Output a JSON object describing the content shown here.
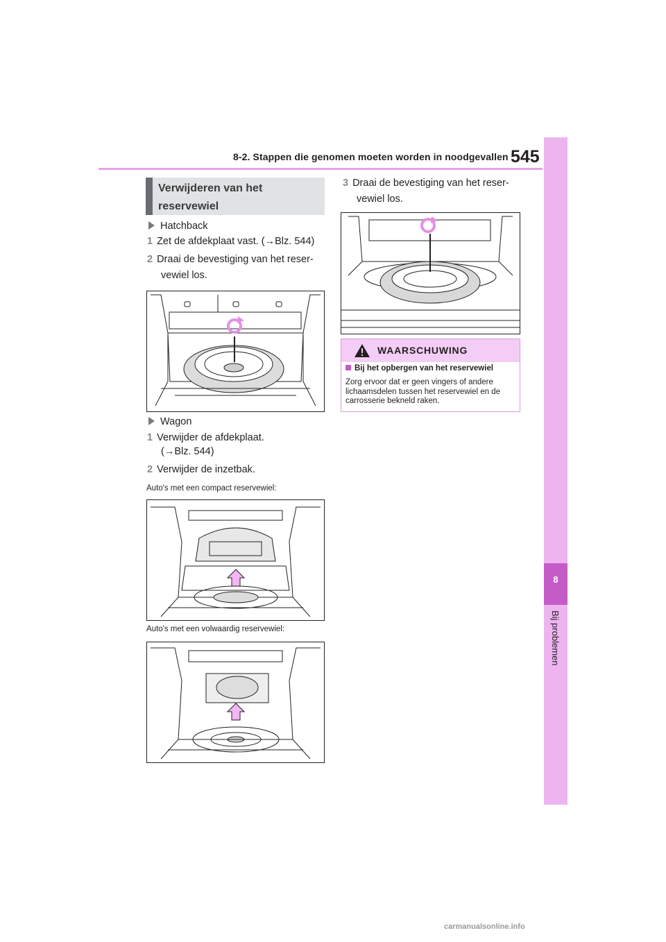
{
  "header": {
    "section": "8-2. Stappen die genomen moeten worden in noodgevallen",
    "page_number": "545"
  },
  "side_tab": {
    "chapter": "8",
    "label": "Bij problemen"
  },
  "heading": "Verwijderen van het reservewiel",
  "left": {
    "hatchback_label": "Hatchback",
    "hb_step1_num": "1",
    "hb_step1": "Zet de afdekplaat vast. (→Blz. 544)",
    "hb_step2_num": "2",
    "hb_step2_line1": "Draai de bevestiging van het reser-",
    "hb_step2_line2": "vewiel los.",
    "wagon_label": "Wagon",
    "wg_step1_num": "1",
    "wg_step1_line1": "Verwijder de afdekplaat.",
    "wg_step1_line2": "(→Blz. 544)",
    "wg_step2_num": "2",
    "wg_step2": "Verwijder de inzetbak.",
    "caption_compact": "Auto's met een compact reservewiel:",
    "caption_full": "Auto's met een volwaardig reservewiel:"
  },
  "right": {
    "step3_num": "3",
    "step3_line1": "Draai de bevestiging van het reser-",
    "step3_line2": "vewiel los."
  },
  "warning": {
    "title": "WAARSCHUWING",
    "subtitle": "Bij het opbergen van het reservewiel",
    "body": "Zorg ervoor dat er geen vingers of andere lichaamsdelen tussen het reservewiel en de carrosserie bekneld raken."
  },
  "footer": "carmanualsonline.info",
  "colors": {
    "accent": "#c45cc8",
    "tab": "#edb4f0",
    "warning_bg": "#f4cdf6"
  }
}
